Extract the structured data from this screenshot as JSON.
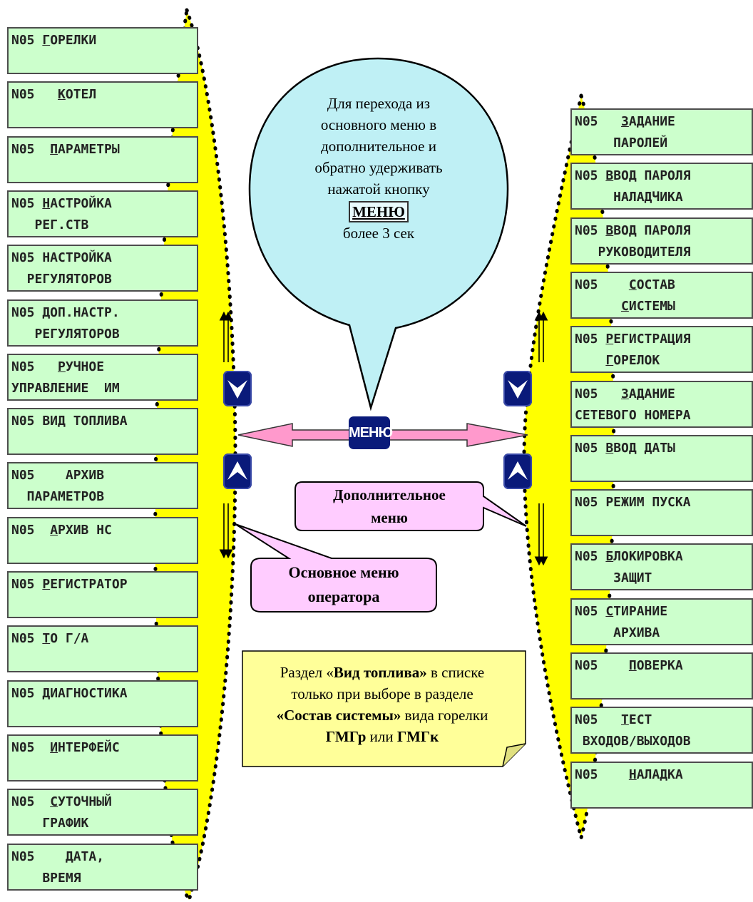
{
  "main_menu": [
    {
      "lines": [
        {
          "pre": "N05 ",
          "u": "Г",
          "post": "ОРЕЛКИ"
        }
      ]
    },
    {
      "lines": [
        {
          "pre": "N05   ",
          "u": "К",
          "post": "ОТЕЛ"
        }
      ]
    },
    {
      "lines": [
        {
          "pre": "N05  ",
          "u": "П",
          "post": "АРАМЕТРЫ"
        }
      ]
    },
    {
      "lines": [
        {
          "pre": "N05 ",
          "u": "Н",
          "post": "АСТРОЙКА"
        },
        {
          "pre": "   РЕГ.СТВ",
          "u": "",
          "post": ""
        }
      ]
    },
    {
      "lines": [
        {
          "pre": "N05 НАСТРОЙКА",
          "u": "",
          "post": ""
        },
        {
          "pre": "  РЕГУЛЯТОРОВ",
          "u": "",
          "post": ""
        }
      ]
    },
    {
      "lines": [
        {
          "pre": "N05 ДОП.НАСТР.",
          "u": "",
          "post": ""
        },
        {
          "pre": "   РЕГУЛЯТОРОВ",
          "u": "",
          "post": ""
        }
      ]
    },
    {
      "lines": [
        {
          "pre": "N05   ",
          "u": "Р",
          "post": "УЧНОЕ"
        },
        {
          "pre": "УПРАВЛЕНИЕ  ИМ",
          "u": "",
          "post": ""
        }
      ]
    },
    {
      "lines": [
        {
          "pre": "N05 ВИД ТОПЛИВА",
          "u": "",
          "post": ""
        }
      ]
    },
    {
      "lines": [
        {
          "pre": "N05    АРХИВ",
          "u": "",
          "post": ""
        },
        {
          "pre": "  ПАРАМЕТРОВ",
          "u": "",
          "post": ""
        }
      ]
    },
    {
      "lines": [
        {
          "pre": "N05  ",
          "u": "А",
          "post": "РХИВ НС"
        }
      ]
    },
    {
      "lines": [
        {
          "pre": "N05 ",
          "u": "Р",
          "post": "ЕГИСТРАТОР"
        }
      ]
    },
    {
      "lines": [
        {
          "pre": "N05 ",
          "u": "Т",
          "post": "О Г/А"
        }
      ]
    },
    {
      "lines": [
        {
          "pre": "N05 ",
          "u": "Д",
          "post": "ИАГНОСТИКА"
        }
      ]
    },
    {
      "lines": [
        {
          "pre": "N05  ",
          "u": "И",
          "post": "НТЕРФЕЙС"
        }
      ]
    },
    {
      "lines": [
        {
          "pre": "N05  ",
          "u": "С",
          "post": "УТОЧНЫЙ"
        },
        {
          "pre": "    ГРАФИК",
          "u": "",
          "post": ""
        }
      ]
    },
    {
      "lines": [
        {
          "pre": "N05    ",
          "u": "Д",
          "post": "АТА,"
        },
        {
          "pre": "    ВРЕМЯ",
          "u": "",
          "post": ""
        }
      ]
    }
  ],
  "extra_menu": [
    {
      "lines": [
        {
          "pre": "N05   ",
          "u": "З",
          "post": "АДАНИЕ"
        },
        {
          "pre": "     ПАРОЛЕЙ",
          "u": "",
          "post": ""
        }
      ]
    },
    {
      "lines": [
        {
          "pre": "N05 ",
          "u": "В",
          "post": "ВОД ПАРОЛЯ"
        },
        {
          "pre": "     НАЛАДЧИКА",
          "u": "",
          "post": ""
        }
      ]
    },
    {
      "lines": [
        {
          "pre": "N05 ",
          "u": "В",
          "post": "ВОД ПАРОЛЯ"
        },
        {
          "pre": "   РУКОВОДИТЕЛЯ",
          "u": "",
          "post": ""
        }
      ]
    },
    {
      "lines": [
        {
          "pre": "N05    ",
          "u": "С",
          "post": "ОСТАВ"
        },
        {
          "pre": "      ",
          "u": "С",
          "post": "ИСТЕМЫ"
        }
      ]
    },
    {
      "lines": [
        {
          "pre": "N05 ",
          "u": "Р",
          "post": "ЕГИСТРАЦИЯ"
        },
        {
          "pre": "    ",
          "u": "Г",
          "post": "ОРЕЛОК"
        }
      ]
    },
    {
      "lines": [
        {
          "pre": "N05   ",
          "u": "З",
          "post": "АДАНИЕ"
        },
        {
          "pre": "СЕТЕВОГО НОМЕРА",
          "u": "",
          "post": ""
        }
      ]
    },
    {
      "lines": [
        {
          "pre": "N05 ",
          "u": "В",
          "post": "ВОД ДАТЫ"
        }
      ]
    },
    {
      "lines": [
        {
          "pre": "N05 РЕЖИМ ПУСКА",
          "u": "",
          "post": ""
        }
      ]
    },
    {
      "lines": [
        {
          "pre": "N05 ",
          "u": "Б",
          "post": "ЛОКИРОВКА"
        },
        {
          "pre": "     ЗАЩИТ",
          "u": "",
          "post": ""
        }
      ]
    },
    {
      "lines": [
        {
          "pre": "N05 ",
          "u": "С",
          "post": "ТИРАНИЕ"
        },
        {
          "pre": "     АРХИВА",
          "u": "",
          "post": ""
        }
      ]
    },
    {
      "lines": [
        {
          "pre": "N05    ",
          "u": "П",
          "post": "ОВЕРКА"
        }
      ]
    },
    {
      "lines": [
        {
          "pre": "N05   ",
          "u": "Т",
          "post": "ЕСТ"
        },
        {
          "pre": " ВХОДОВ/ВЫХОДОВ",
          "u": "",
          "post": ""
        }
      ]
    },
    {
      "lines": [
        {
          "pre": "N05    ",
          "u": "Н",
          "post": "АЛАДКА"
        }
      ]
    }
  ],
  "speech_bubble": {
    "lines": [
      "Для перехода из",
      "основного меню в",
      "дополнительное и",
      "обратно удерживать",
      "нажатой кнопку"
    ],
    "key": "МЕНЮ",
    "tail": "более 3 сек"
  },
  "menu_button_label": "МЕНЮ",
  "callout_extra": [
    "Дополнительное",
    "меню"
  ],
  "callout_main": [
    "Основное меню",
    "оператора"
  ],
  "note": {
    "l1_pre": "Раздел «",
    "l1_bold": "Вид топлива»",
    "l1_post": " в списке",
    "l2": "только при выборе в разделе",
    "l3_bold": "«Состав системы»",
    "l3_post": " вида горелки",
    "l4_b1": "ГМГр",
    "l4_mid": " или ",
    "l4_b2": "ГМГк"
  },
  "colors": {
    "lcd_bg": "#ccffcc",
    "lcd_border": "#4d4d4d",
    "band": "#ffff00",
    "bubble": "#bff0f5",
    "callout": "#ffccff",
    "note": "#ffff99",
    "arrow": "#ff99cc",
    "nav": "#0a1a7a"
  },
  "icons": [
    "down-arrow-icon",
    "up-arrow-icon",
    "double-arrow-icon"
  ]
}
